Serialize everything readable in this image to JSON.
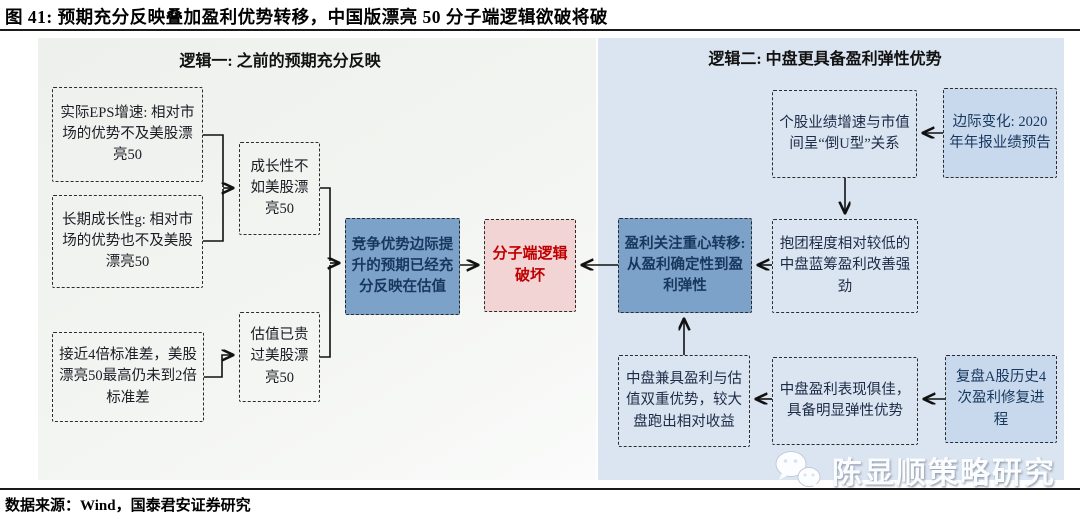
{
  "title": "图 41:  预期充分反映叠加盈利优势转移，中国版漂亮 50 分子端逻辑欲破将破",
  "panels": {
    "logic1_header": "逻辑一:  之前的预期充分反映",
    "logic2_header": "逻辑二:  中盘更具备盈利弹性优势"
  },
  "nodes": {
    "actual_eps": "实际EPS增速: 相对市场的优势不及美股漂亮50",
    "longterm_g": "长期成长性g: 相对市场的优势也不及美股漂亮50",
    "stddev": "接近4倍标准差，美股漂亮50最高仍未到2倍标准差",
    "growth_worse": "成长性不如美股漂亮50",
    "valuation_expensive": "估值已贵过美股漂亮50",
    "advantage_reflected": "竞争优势边际提升的预期已经充分反映在估值",
    "numerator_broken": "分子端逻辑破坏",
    "inverted_u": "个股业绩增速与市值间呈“倒U型”关系",
    "marginal_change": "边际变化: 2020年年报业绩预告",
    "profit_shift": "盈利关注重心转移: 从盈利确定性到盈利弹性",
    "groupthink_low": "抱团程度相对较低的中盘蓝筹盈利改善强劲",
    "midcap_dual": "中盘兼具盈利与估值双重优势，较大盘跑出相对收益",
    "midcap_elastic": "中盘盈利表现俱佳，具备明显弹性优势",
    "replay_history": "复盘A股历史4次盈利修复进程"
  },
  "edges": [
    {
      "from": "actual_eps",
      "to": "growth_worse"
    },
    {
      "from": "longterm_g",
      "to": "growth_worse"
    },
    {
      "from": "stddev",
      "to": "valuation_expensive"
    },
    {
      "from": "growth_worse",
      "to": "advantage_reflected"
    },
    {
      "from": "valuation_expensive",
      "to": "advantage_reflected"
    },
    {
      "from": "advantage_reflected",
      "to": "numerator_broken"
    },
    {
      "from": "profit_shift",
      "to": "numerator_broken"
    },
    {
      "from": "marginal_change",
      "to": "inverted_u"
    },
    {
      "from": "inverted_u",
      "to": "groupthink_low"
    },
    {
      "from": "groupthink_low",
      "to": "profit_shift"
    },
    {
      "from": "replay_history",
      "to": "midcap_elastic"
    },
    {
      "from": "midcap_elastic",
      "to": "midcap_dual"
    },
    {
      "from": "midcap_dual",
      "to": "profit_shift"
    }
  ],
  "watermark": {
    "icon": "wechat-icon",
    "label": "陈显顺策略研究"
  },
  "footer": {
    "source": "数据来源：Wind，国泰君安证券研究"
  },
  "colors": {
    "node_blue": "#7da2c9",
    "node_lightblue": "#c8d9ed",
    "node_pink_bg": "#f2d4d4",
    "node_pink_text": "#c00000",
    "panel_left": "#f2f4f1",
    "panel_right": "#dbe5f1",
    "line": "#111111"
  }
}
